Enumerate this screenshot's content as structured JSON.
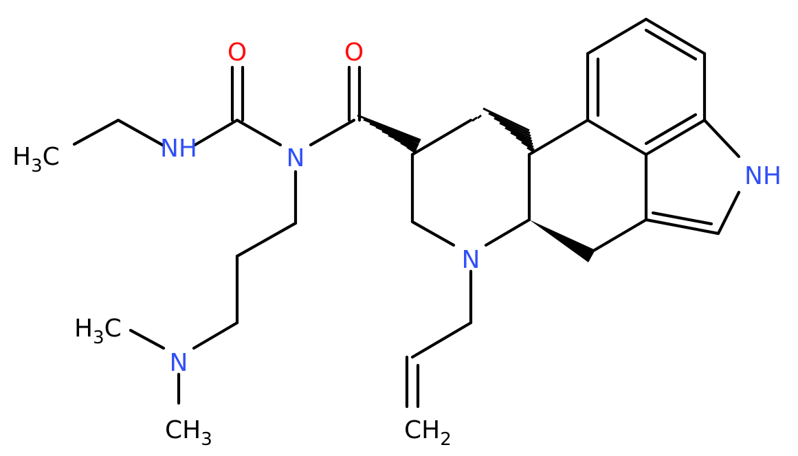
{
  "molecule": {
    "colors": {
      "bond": "#000000",
      "nitrogen": "#3050F8",
      "oxygen": "#FF0D0D",
      "carbon": "#000000"
    },
    "atoms": {
      "o_urea": "O",
      "o_amide": "O",
      "nh_urea": "NH",
      "n_amide": "N",
      "nh_indole": "NH",
      "n_ring": "N",
      "n_dimethyl": "N",
      "ch3_ethyl_main": "H",
      "ch3_ethyl_sub": "3",
      "ch3_ethyl_c": "C",
      "ch3_upper_main": "H",
      "ch3_upper_sub": "3",
      "ch3_upper_c": "C",
      "ch3_lower_c": "CH",
      "ch3_lower_sub": "3",
      "ch2_c": "CH",
      "ch2_sub": "2"
    }
  }
}
